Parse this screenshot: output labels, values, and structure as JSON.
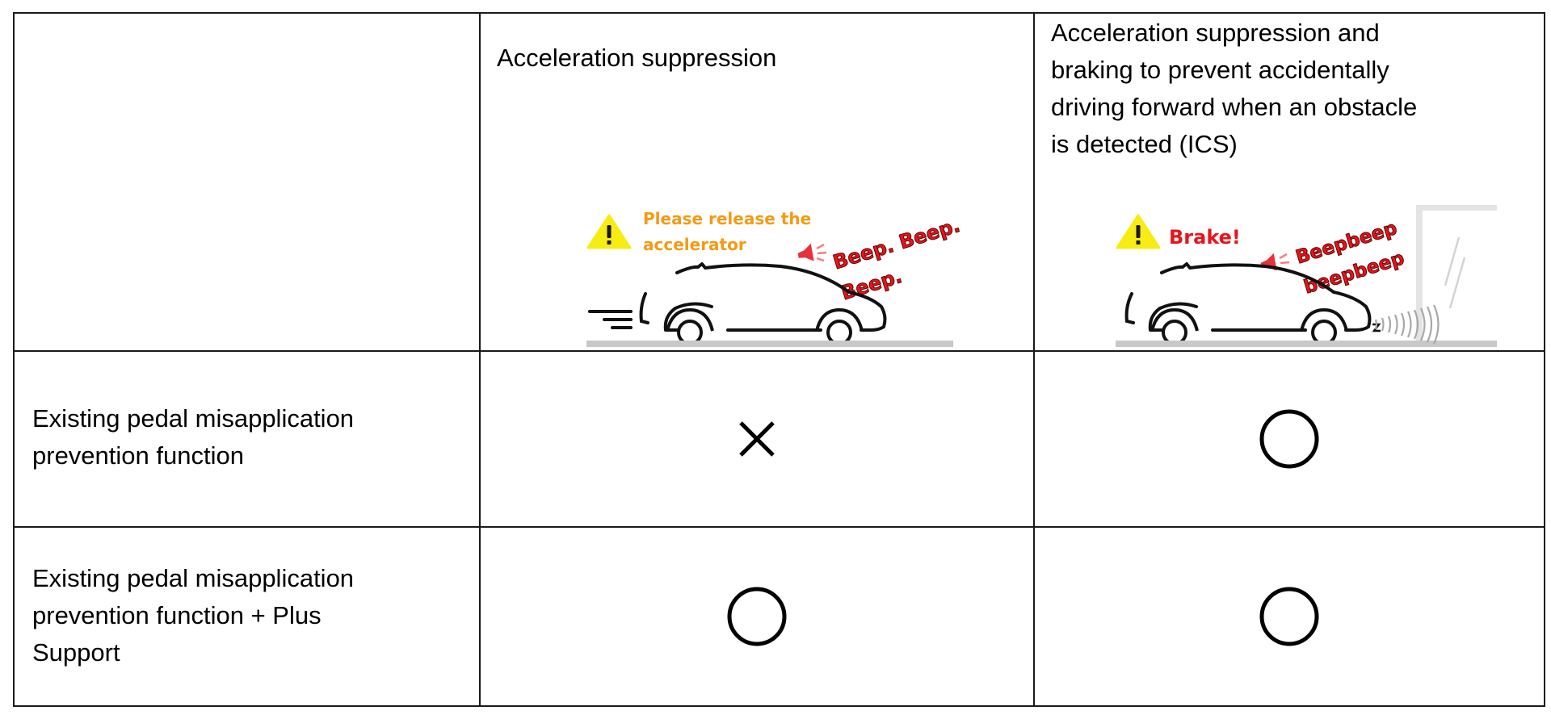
{
  "table": {
    "header": {
      "corner": "",
      "columns": [
        {
          "title": "Acceleration suppression",
          "illustration": {
            "warning_icon": "warning-triangle-icon",
            "warning_message_line1": "Please release the",
            "warning_message_line2": "accelerator",
            "warning_color": "#f59a12",
            "sound_icon": "speaker-icon",
            "sound_text_line1": "Beep. Beep.",
            "sound_text_line2": "Beep.",
            "sound_color": "#e8141b"
          }
        },
        {
          "title_lines": [
            "Acceleration suppression and",
            "braking to prevent accidentally",
            "driving forward when an obstacle",
            "is detected (ICS)"
          ],
          "illustration": {
            "warning_icon": "warning-triangle-icon",
            "warning_message": "Brake!",
            "warning_color": "#e8141b",
            "sound_icon": "speaker-icon",
            "sound_text_line1": "Beepbeep",
            "sound_text_line2": "beepbeep",
            "sound_color": "#e8141b",
            "sensor_icon": "sensor-waves-icon",
            "obstacle_icon": "glass-wall-icon"
          }
        }
      ]
    },
    "rows": [
      {
        "label_lines": [
          "Existing pedal misapplication",
          "prevention function"
        ],
        "values": [
          {
            "symbol": "cross",
            "icon": "cross-mark-icon"
          },
          {
            "symbol": "circle",
            "icon": "circle-mark-icon"
          }
        ]
      },
      {
        "label_lines": [
          "Existing pedal misapplication",
          "prevention function + Plus",
          "Support"
        ],
        "values": [
          {
            "symbol": "circle",
            "icon": "circle-mark-icon"
          },
          {
            "symbol": "circle",
            "icon": "circle-mark-icon"
          }
        ]
      }
    ]
  }
}
